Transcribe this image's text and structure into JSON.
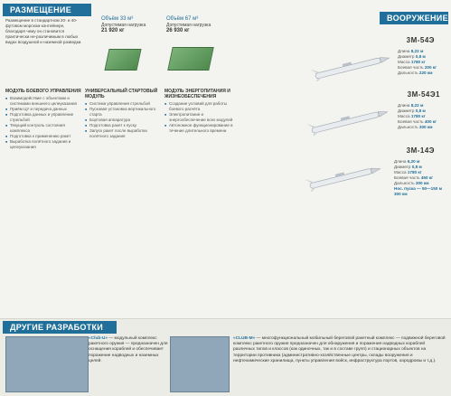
{
  "placement": {
    "header": "РАЗМЕЩЕНИЕ",
    "description": "Размещение в стандартном 20- и 40-футовом морском контейнере, благодаря чему он становится практически не-различимым в любых видах воздушной и наземной разведки.",
    "container1": {
      "volume_label": "Объём 33 м³",
      "capacity_label": "Допустимая нагрузка",
      "capacity": "21 920 кг"
    },
    "container2": {
      "volume_label": "Объём 67 м³",
      "capacity_label": "Допустимая нагрузка",
      "capacity": "26 930 кг"
    }
  },
  "modules": [
    {
      "title": "МОДУЛЬ БОЕВОГО УПРАВЛЕНИЯ",
      "items": [
        "Взаимодействие с объектами и системами внешнего целеуказания",
        "Приём ЦУ и передача данных",
        "Подготовка данных и управление стрельбой",
        "Текущий контроль состояния комплекса",
        "Подготовка к применению ракет",
        "Выработка полётного задания и целеуказания"
      ]
    },
    {
      "title": "УНИВЕРСАЛЬНЫЙ СТАРТОВЫЙ МОДУЛЬ",
      "items": [
        "Система управления стрельбой",
        "Пусковая установка вертикального старта",
        "Бортовая аппаратура",
        "Подготовка ракет к пуску",
        "Запуск ракет после выработки полётного задания"
      ]
    },
    {
      "title": "МОДУЛЬ ЭНЕРГОПИТАНИЯ И ЖИЗНЕОБЕСПЕЧЕНИЯ",
      "items": [
        "Создание условий для работы боевого расчёта",
        "Электропитание и энергообеспечение всех модулей",
        "Автономное функционирование в течение длительного времени"
      ]
    }
  ],
  "armament": {
    "header": "ВООРУЖЕНИЕ",
    "length_label": "Длина",
    "diameter_label": "Диаметр",
    "mass_label": "Масса",
    "warhead_label": "Боевая часть",
    "range_label": "Дальность",
    "missiles": [
      {
        "name": "3М-54Э",
        "length": "8,22 м",
        "diameter": "0,8 м",
        "mass": "1780 кг",
        "warhead": "200 кг",
        "range": "220 км"
      },
      {
        "name": "3М-54Э1",
        "length": "8,22 м",
        "diameter": "0,8 м",
        "mass": "1780 кг",
        "warhead": "400 кг",
        "range": "300 км"
      },
      {
        "name": "3М-14Э",
        "length": "6,20 м",
        "diameter": "0,8 м",
        "mass": "1780 кг",
        "warhead": "450 кг",
        "range": "300 км",
        "speed_label": "Нос. пуска — 50—150 м",
        "extra": "300 км"
      }
    ]
  },
  "other": {
    "header": "ДРУГИЕ РАЗРАБОТКИ",
    "item1": {
      "name": "«Club-U»",
      "text": "— модульный комплекс ракетного оружия — предназначен для оснащения кораблей и обеспечивает поражение надводных и наземных целей."
    },
    "item2": {
      "name": "«CLUB-M»",
      "text": "— многофункциональный мобильный береговой ракетный комплекс — подвижной береговой комплекс ракетного оружия предназначен для обнаружения и поражения надводных кораблей различных типов и классов (как одиночных, так и в составе групп) и стационарных объектов на территории противника (административно-хозяйственные центры, склады вооружения и нефтехимические хранилища, пункты управления войск, инфраструктура портов, аэродромы и т.д.)."
    }
  },
  "colors": {
    "accent": "#1f6f9a",
    "container": "#5e9b5b"
  }
}
